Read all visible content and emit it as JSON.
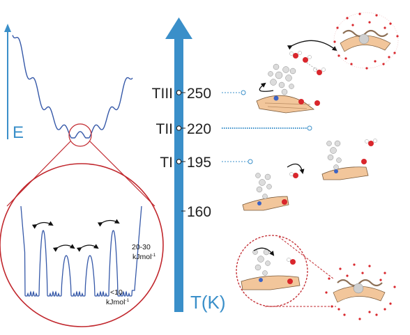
{
  "energy_axis": {
    "label": "E",
    "color": "#3a8fc9"
  },
  "temperature_axis": {
    "label": "T(K)",
    "color": "#3a8fc9",
    "ticks": [
      {
        "phase": "TIII",
        "value": "250"
      },
      {
        "phase": "TII",
        "value": "220"
      },
      {
        "phase": "TI",
        "value": "195"
      },
      {
        "phase": "",
        "value": "160"
      }
    ]
  },
  "barriers": {
    "high": {
      "value": "20-30",
      "unit": "kJmol",
      "exp": "-1"
    },
    "low": {
      "value": "<10",
      "unit": "kJmol",
      "exp": "-1"
    }
  },
  "colors": {
    "curve": "#3558a8",
    "zoom": "#c1272d",
    "axis": "#3a8fc9",
    "sheet": "#f2c69b",
    "oxygen": "#d9262c",
    "nitrogen": "#3c63c4"
  }
}
